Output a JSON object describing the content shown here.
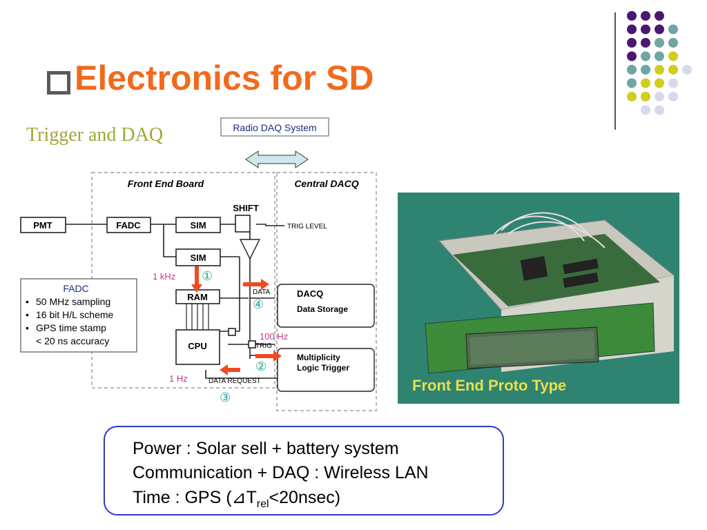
{
  "slide": {
    "title": "Electronics for SD",
    "subtitle": "Trigger and DAQ"
  },
  "diagram": {
    "radio_daq_label": "Radio DAQ System",
    "front_end_board_label": "Front End Board",
    "central_dacq_label": "Central DACQ",
    "pmt_label": "PMT",
    "fadc_label": "FADC",
    "sim1_label": "SIM",
    "sim2_label": "SIM",
    "shift_label": "SHIFT",
    "trig_level_label": "TRIG LEVEL",
    "ram_label": "RAM",
    "cpu_label": "CPU",
    "data_label": "DATA",
    "trig_label": "TRIG",
    "data_request_label": "DATA REQUEST",
    "dacq_title": "DACQ",
    "dacq_subtitle": "Data Storage",
    "multiplicity_line1": "Multiplicity",
    "multiplicity_line2": "Logic Trigger",
    "rate_1khz": "1 kHz",
    "rate_100hz": "100 Hz",
    "rate_1hz": "1 Hz",
    "step1": "①",
    "step2": "②",
    "step3": "③",
    "step4": "④",
    "fadc_box": {
      "title": "FADC",
      "items": [
        "50 MHz sampling",
        "16 bit H/L scheme",
        "GPS time stamp",
        "< 20 ns accuracy"
      ]
    },
    "colors": {
      "arrow": "#f04a1e",
      "rate": "#c2388c",
      "step": "#1aa89a",
      "dashed": "#888888"
    }
  },
  "photo": {
    "caption": "Front End Proto Type"
  },
  "info": {
    "line1": "Power : Solar sell + battery system",
    "line2": "Communication + DAQ : Wireless LAN",
    "line3_prefix": "Time : GPS (⊿T",
    "line3_sub": "rel",
    "line3_suffix": "<20nsec)"
  },
  "decor": {
    "dot_colors": {
      "purple": "#4b1870",
      "teal": "#6fa5a3",
      "lime": "#cfce1c",
      "lavender": "#d8d9ee"
    }
  }
}
